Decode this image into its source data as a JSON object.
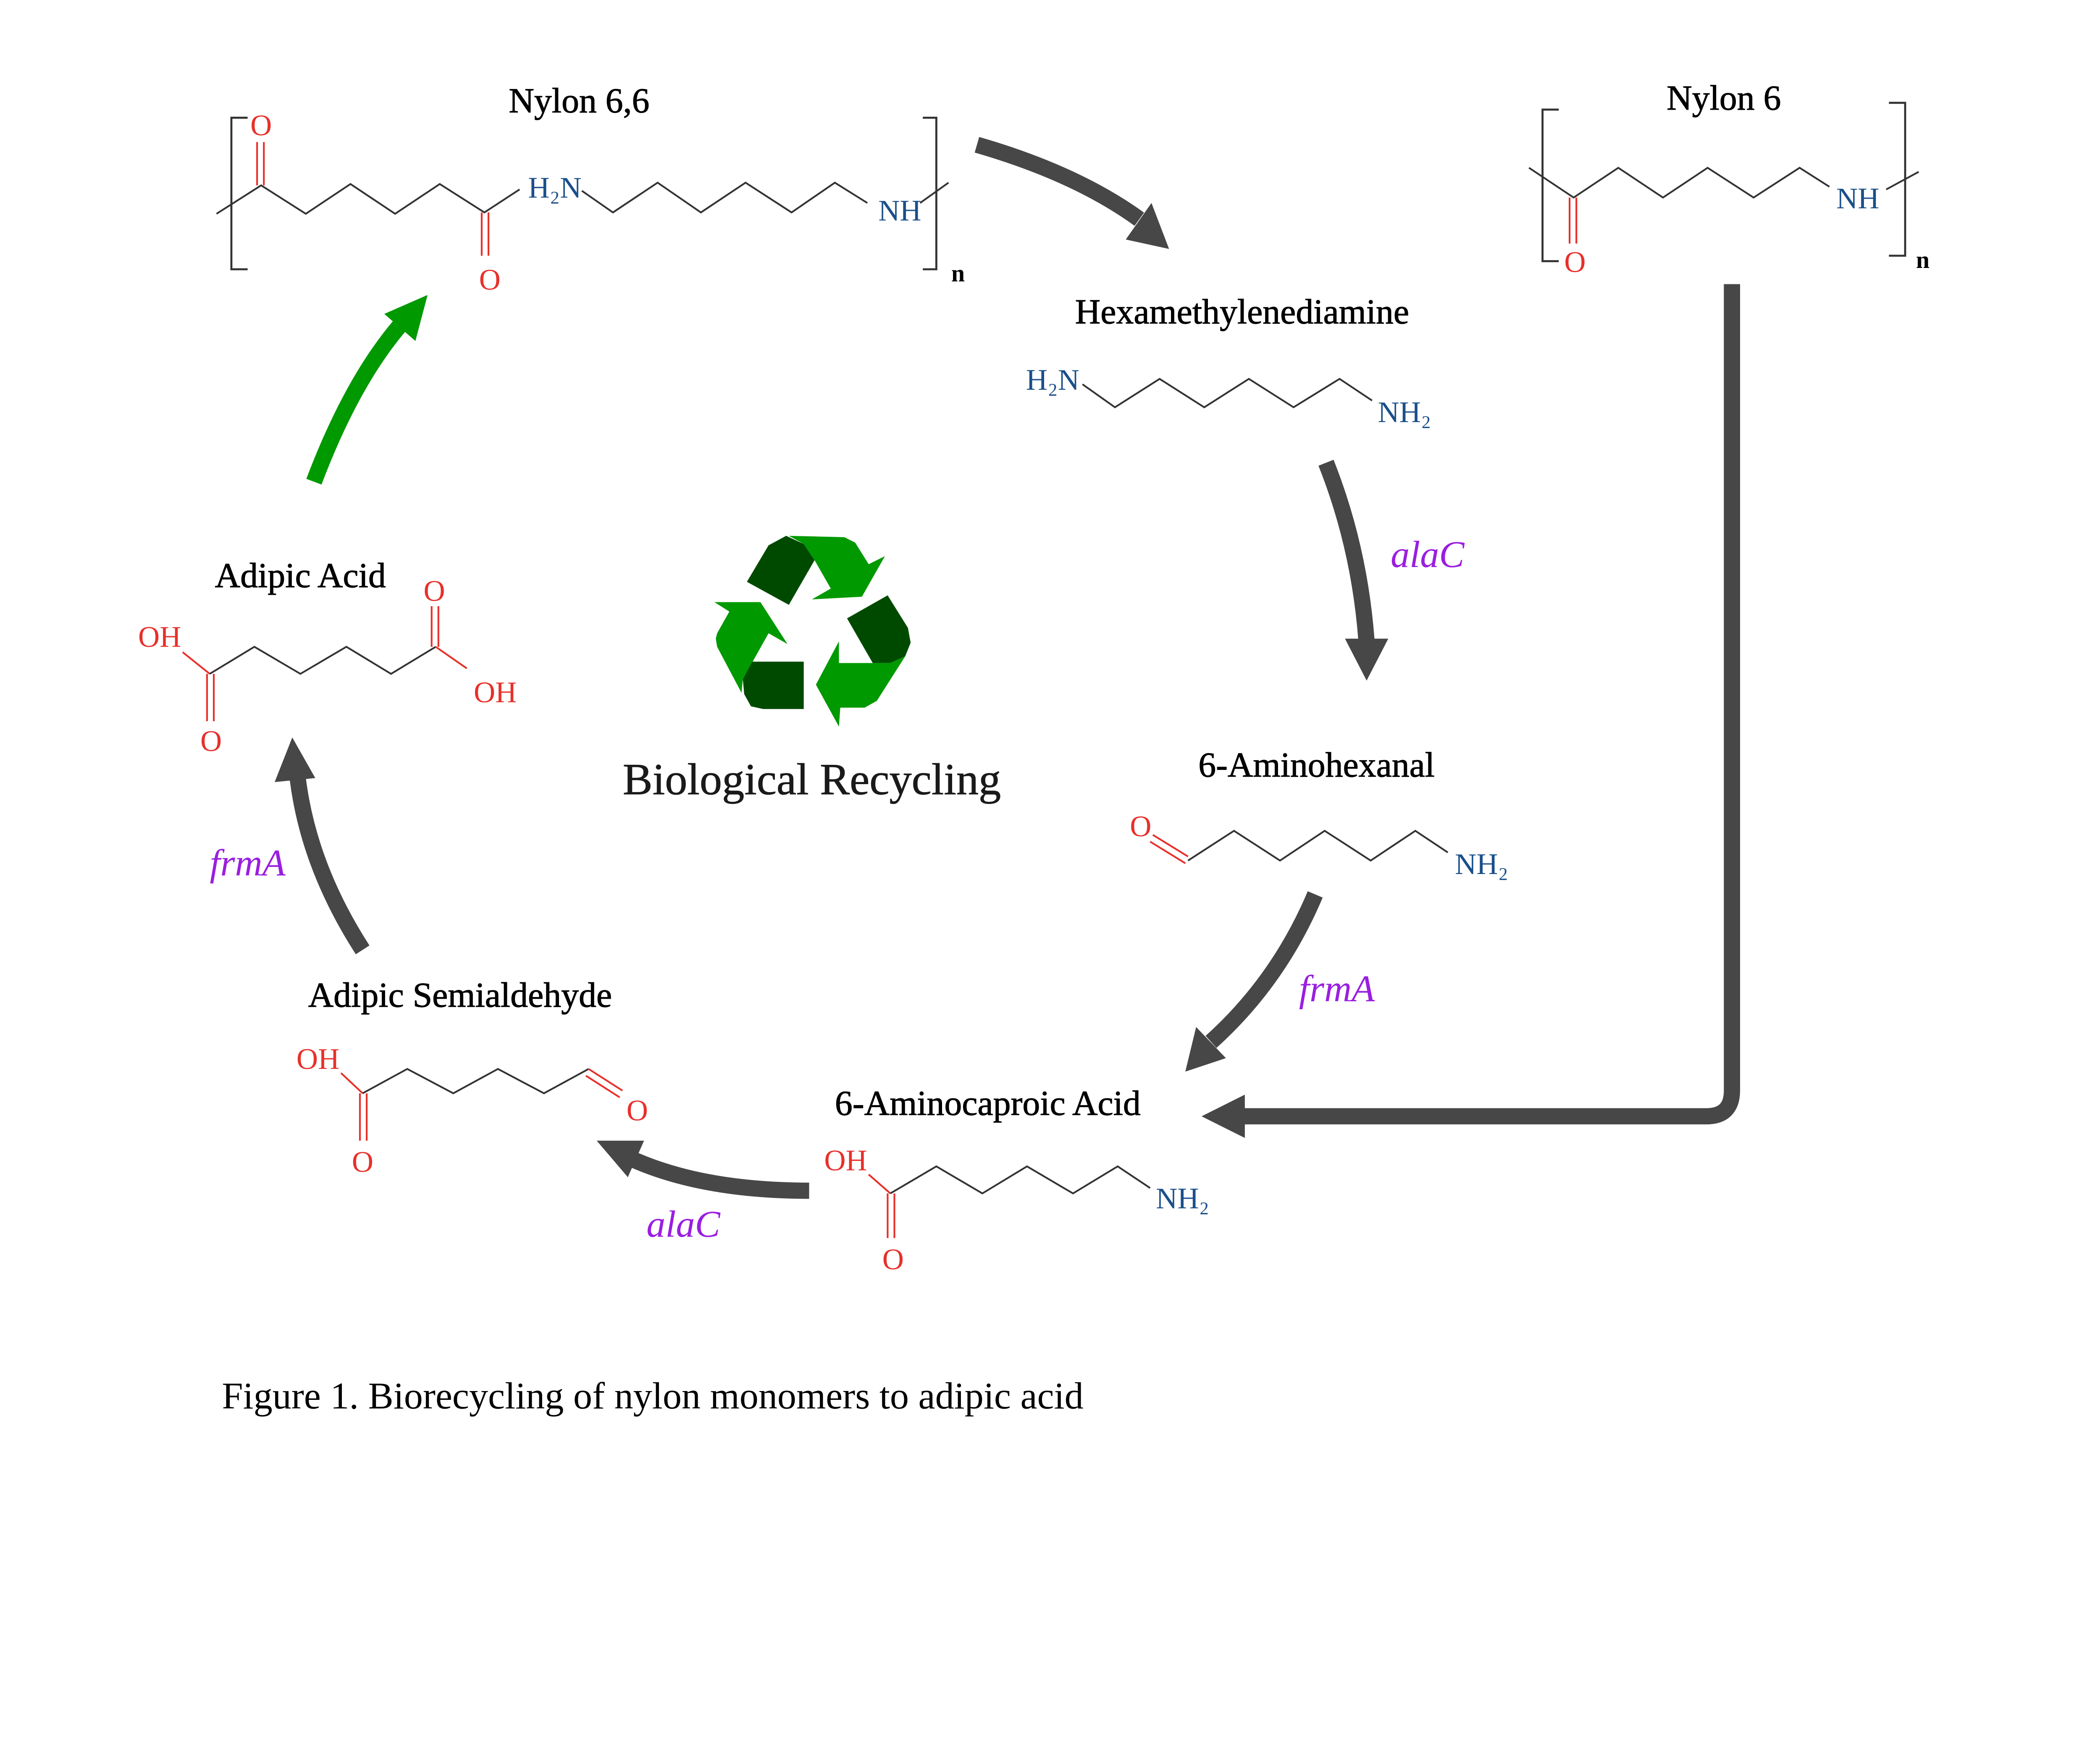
{
  "center": {
    "title": "Biological Recycling",
    "icon": "recycle-icon",
    "colors": {
      "light": "#009900",
      "dark": "#004a00"
    }
  },
  "caption": "Figure 1. Biorecycling of nylon monomers to adipic acid",
  "compounds": {
    "nylon66": {
      "name": "Nylon 6,6",
      "o_top": "O",
      "o_bottom": "O",
      "n1": "H₂N",
      "n2": "NH",
      "repeat": "n"
    },
    "nylon6": {
      "name": "Nylon 6",
      "o": "O",
      "n": "NH",
      "repeat": "n"
    },
    "hmd": {
      "name": "Hexamethylenediamine",
      "n1": "H₂N",
      "n2": "NH₂"
    },
    "aminohexanal": {
      "name": "6-Aminohexanal",
      "o": "O",
      "n": "NH₂"
    },
    "aminocaproic": {
      "name": "6-Aminocaproic Acid",
      "oh": "OH",
      "o": "O",
      "n": "NH₂"
    },
    "semialdehyde": {
      "name": "Adipic Semialdehyde",
      "oh": "OH",
      "o_bottom": "O",
      "o_ald": "O"
    },
    "adipic": {
      "name": "Adipic Acid",
      "oh1": "OH",
      "o1": "O",
      "oh2": "OH",
      "o2": "O"
    }
  },
  "enzymes": {
    "hmd_to_aminohexanal": "alaC",
    "aminohexanal_to_aminocaproic": "frmA",
    "aminocaproic_to_semialdehyde": "alaC",
    "semialdehyde_to_adipic": "frmA"
  },
  "colors": {
    "oxygen": "#e8302a",
    "nitrogen": "#1a4f8a",
    "enzyme": "#9a1ee0",
    "arrow": "#474747",
    "synthesis_arrow": "#009900"
  }
}
